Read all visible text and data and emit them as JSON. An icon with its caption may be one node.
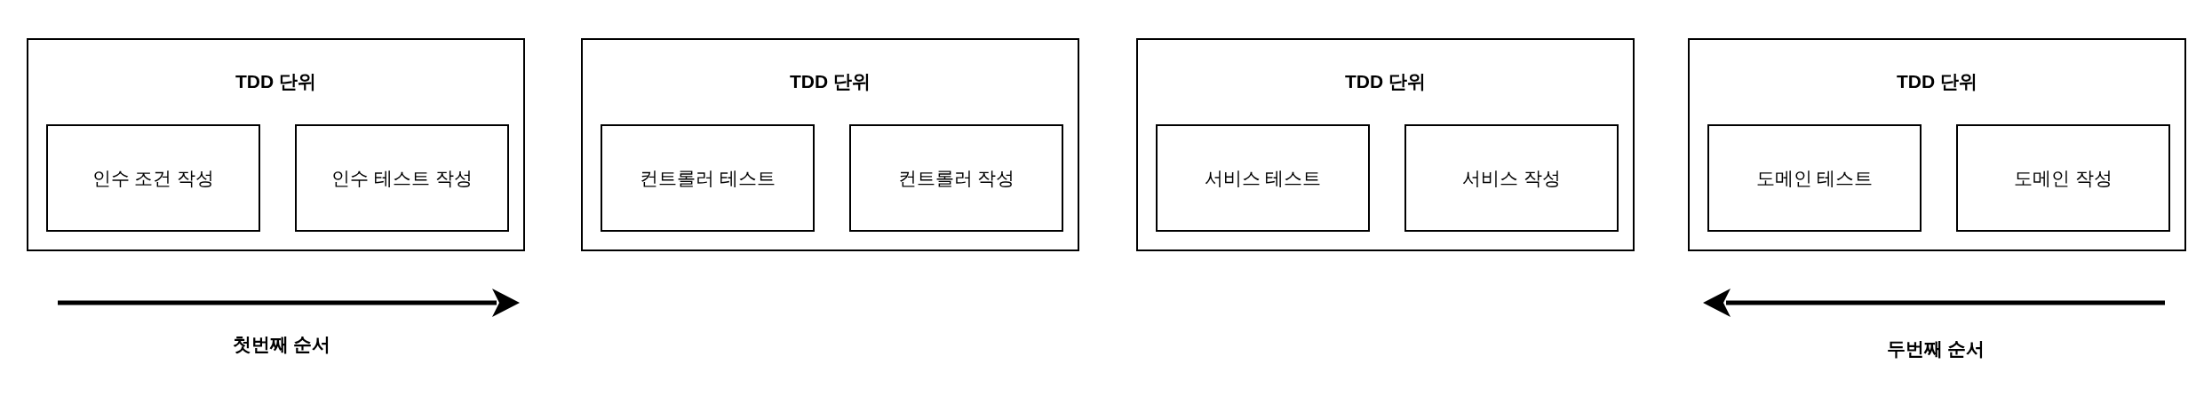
{
  "diagram": {
    "nodes": [
      {
        "text": [
          "TDD 단위"
        ]
      },
      {
        "text": [
          "인수 조건 작성"
        ],
        "in": 0
      },
      {
        "text": [
          "인수 테스트 작성"
        ],
        "in": 0
      },
      {
        "text": [
          "TDD 단위"
        ]
      },
      {
        "text": [
          "컨트롤러 테스트"
        ],
        "in": 3
      },
      {
        "text": [
          "컨트롤러 작성"
        ],
        "in": 3
      },
      {
        "text": [
          "TDD 단위"
        ]
      },
      {
        "text": [
          "서비스 테스트"
        ],
        "in": 6
      },
      {
        "text": [
          "서비스 작성"
        ],
        "in": 6
      },
      {
        "text": [
          "TDD 단위"
        ]
      },
      {
        "text": [
          "도메인 테스트"
        ],
        "in": 9
      },
      {
        "text": [
          "도메인 작성"
        ],
        "in": 9
      }
    ],
    "labels": [
      "첫번째 순서",
      "두번째 순서"
    ]
  }
}
